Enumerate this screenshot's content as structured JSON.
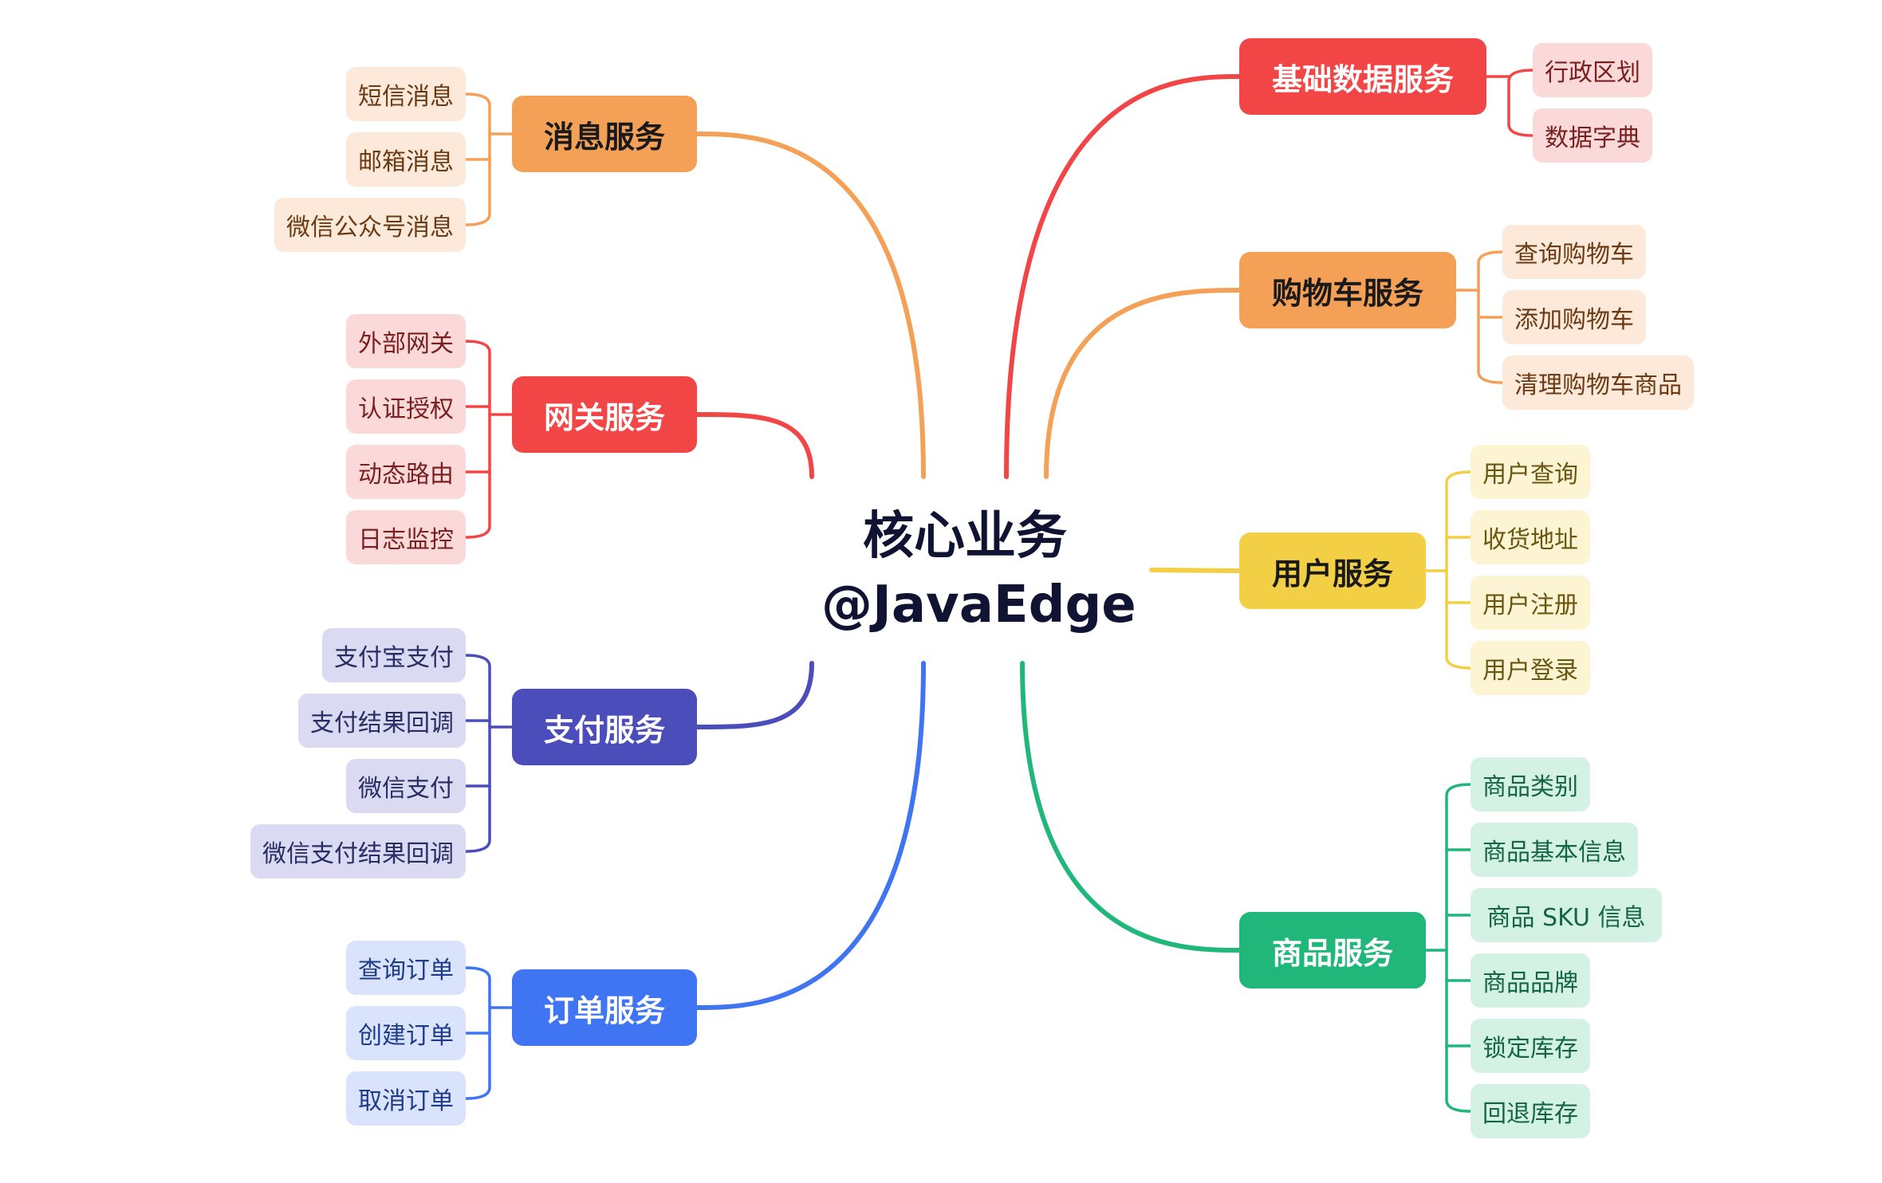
{
  "root": {
    "line1": "核心业务",
    "line2": "@JavaEdge"
  },
  "colors": {
    "msg": "#F4A057",
    "gateway": "#F24545",
    "pay": "#4A4DBA",
    "order": "#3F74F2",
    "base": "#F24545",
    "cart": "#F4A057",
    "user": "#F2CF44",
    "goods": "#21B77B"
  },
  "branches": {
    "msg": {
      "label": "消息服务",
      "leaves": [
        "短信消息",
        "邮箱消息",
        "微信公众号消息"
      ]
    },
    "gateway": {
      "label": "网关服务",
      "leaves": [
        "外部网关",
        "认证授权",
        "动态路由",
        "日志监控"
      ]
    },
    "pay": {
      "label": "支付服务",
      "leaves": [
        "支付宝支付",
        "支付结果回调",
        "微信支付",
        "微信支付结果回调"
      ]
    },
    "order": {
      "label": "订单服务",
      "leaves": [
        "查询订单",
        "创建订单",
        "取消订单"
      ]
    },
    "base": {
      "label": "基础数据服务",
      "leaves": [
        "行政区划",
        "数据字典"
      ]
    },
    "cart": {
      "label": "购物车服务",
      "leaves": [
        "查询购物车",
        "添加购物车",
        "清理购物车商品"
      ]
    },
    "user": {
      "label": "用户服务",
      "leaves": [
        "用户查询",
        "收货地址",
        "用户注册",
        "用户登录"
      ]
    },
    "goods": {
      "label": "商品服务",
      "leaves": [
        "商品类别",
        "商品基本信息",
        "商品 SKU 信息",
        "商品品牌",
        "锁定库存",
        "回退库存"
      ]
    }
  }
}
